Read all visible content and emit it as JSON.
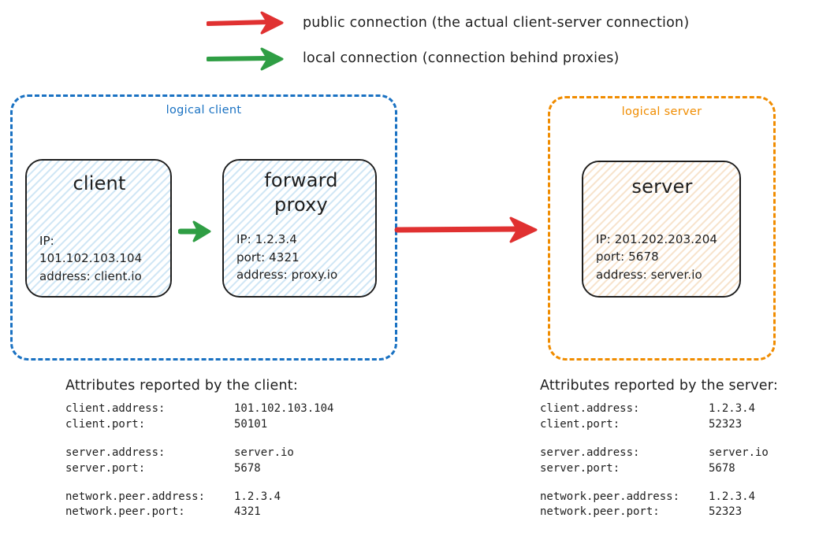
{
  "colors": {
    "public_connection": "#e03131",
    "local_connection": "#2f9e44",
    "logical_client_border": "#1971c2",
    "logical_server_border": "#f08c00",
    "node_border": "#1e1e1e",
    "client_fill": "#d9edf7",
    "server_fill": "#fbf0e0",
    "text": "#1e1e1e"
  },
  "legend": {
    "items": [
      {
        "arrow_icon": "red-arrow-right-icon",
        "color": "#e03131",
        "label": "public connection (the actual client-server connection)"
      },
      {
        "arrow_icon": "green-arrow-right-icon",
        "color": "#2f9e44",
        "label": "local connection (connection behind proxies)"
      }
    ]
  },
  "groups": {
    "client": {
      "label": "logical client",
      "nodes": {
        "client": {
          "title": "client",
          "details": "IP: 101.102.103.104\naddress: client.io"
        },
        "proxy": {
          "title": "forward\nproxy",
          "details": "IP: 1.2.3.4\nport: 4321\naddress: proxy.io"
        }
      }
    },
    "server": {
      "label": "logical server",
      "nodes": {
        "server": {
          "title": "server",
          "details": "IP: 201.202.203.204\nport: 5678\naddress: server.io"
        }
      }
    }
  },
  "arrows": {
    "local_client_to_proxy": {
      "icon": "green-arrow-right-icon",
      "color": "#2f9e44",
      "kind": "local connection"
    },
    "public_proxy_to_server": {
      "icon": "red-arrow-right-icon",
      "color": "#e03131",
      "kind": "public connection"
    }
  },
  "attributes": {
    "client_panel": {
      "heading": "Attributes reported by the client:",
      "rows": [
        {
          "key": "client.address:",
          "value": "101.102.103.104"
        },
        {
          "key": "client.port:",
          "value": "50101"
        },
        {
          "key": "",
          "value": ""
        },
        {
          "key": "server.address:",
          "value": "server.io"
        },
        {
          "key": "server.port:",
          "value": "5678"
        },
        {
          "key": "",
          "value": ""
        },
        {
          "key": "network.peer.address:",
          "value": "1.2.3.4"
        },
        {
          "key": "network.peer.port:",
          "value": "4321"
        }
      ]
    },
    "server_panel": {
      "heading": "Attributes reported by the server:",
      "rows": [
        {
          "key": "client.address:",
          "value": "1.2.3.4"
        },
        {
          "key": "client.port:",
          "value": "52323"
        },
        {
          "key": "",
          "value": ""
        },
        {
          "key": "server.address:",
          "value": "server.io"
        },
        {
          "key": "server.port:",
          "value": "5678"
        },
        {
          "key": "",
          "value": ""
        },
        {
          "key": "network.peer.address:",
          "value": "1.2.3.4"
        },
        {
          "key": "network.peer.port:",
          "value": "52323"
        }
      ]
    }
  }
}
